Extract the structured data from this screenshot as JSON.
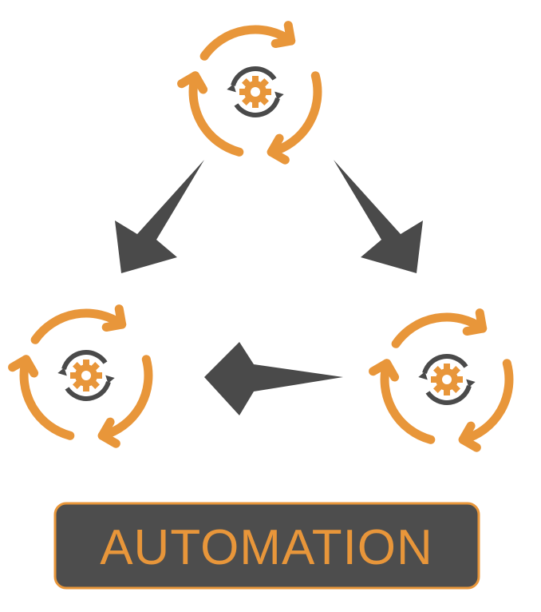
{
  "title": "AUTOMATION",
  "colors": {
    "accent": "#e8963a",
    "dark": "#4a4a4a",
    "background": "#ffffff"
  },
  "nodes": [
    {
      "id": "top",
      "icon": "cycle-gear-icon"
    },
    {
      "id": "left",
      "icon": "cycle-gear-icon"
    },
    {
      "id": "right",
      "icon": "cycle-gear-icon"
    }
  ],
  "edges": [
    {
      "from": "top",
      "to": "left"
    },
    {
      "from": "top",
      "to": "right"
    },
    {
      "from": "right",
      "to": "left"
    }
  ]
}
